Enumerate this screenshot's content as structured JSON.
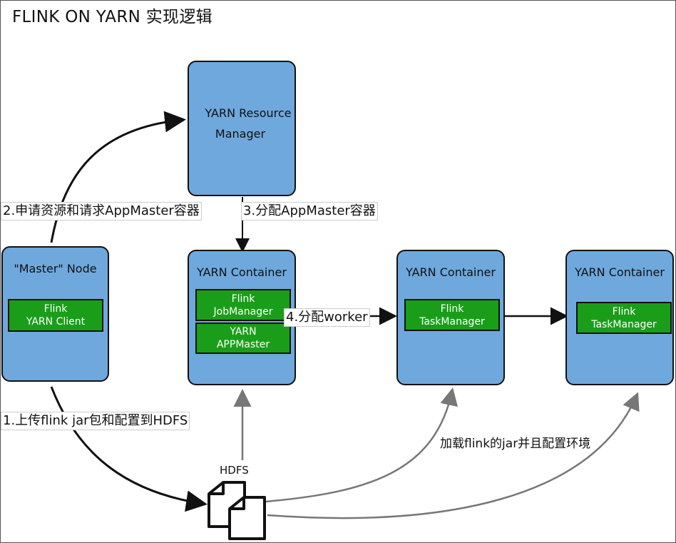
{
  "title": "FLINK ON YARN 实现逻辑",
  "resource_manager": {
    "line1": "YARN Resource",
    "line2": "Manager"
  },
  "master_node": {
    "label": "\"Master\" Node",
    "client_line1": "Flink",
    "client_line2": "YARN Client"
  },
  "container_jm": {
    "label": "YARN Container",
    "jm_line1": "Flink",
    "jm_line2": "JobManager",
    "am_line1": "YARN",
    "am_line2": "APPMaster"
  },
  "container_tm1": {
    "label": "YARN Container",
    "tm_line1": "Flink",
    "tm_line2": "TaskManager"
  },
  "container_tm2": {
    "label": "YARN Container",
    "tm_line1": "Flink",
    "tm_line2": "TaskManager"
  },
  "steps": {
    "step1": "1.上传flink jar包和配置到HDFS",
    "step2": "2.申请资源和请求AppMaster容器",
    "step3": "3.分配AppMaster容器",
    "step4": "4.分配worker"
  },
  "hdfs_label": "HDFS",
  "load_note": "加载flink的jar并且配置环境",
  "colors": {
    "box_fill": "#6fa8dc",
    "inner_fill": "#1a9e1a",
    "stroke": "#111111",
    "hdfs_arrows": "#777777"
  }
}
